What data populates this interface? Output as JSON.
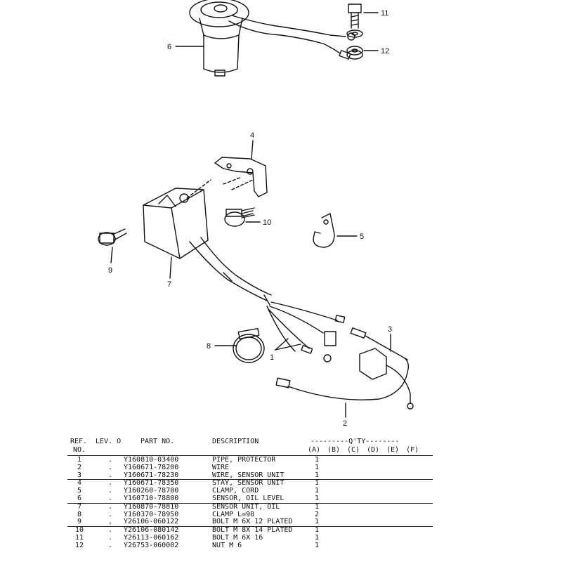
{
  "callouts": [
    "6",
    "11",
    "12",
    "4",
    "10",
    "5",
    "9",
    "7",
    "3",
    "8",
    "1",
    "2"
  ],
  "table": {
    "headers": {
      "ref": "REF.",
      "no": "NO.",
      "lev": "LEV. O",
      "part_no": "PART NO.",
      "description": "DESCRIPTION",
      "qty": "---------Q'TY--------",
      "columns": [
        "(A)",
        "(B)",
        "(C)",
        "(D)",
        "(E)",
        "(F)"
      ]
    },
    "rows": [
      {
        "ref": "1",
        "lev": ".",
        "part_no": "Y160810-03400",
        "description": "PIPE, PROTECTOR",
        "qty_a": "1"
      },
      {
        "ref": "2",
        "lev": ".",
        "part_no": "Y160671-78200",
        "description": "WIRE",
        "qty_a": "1"
      },
      {
        "ref": "3",
        "lev": ".",
        "part_no": "Y160671-78230",
        "description": "WIRE, SENSOR UNIT",
        "qty_a": "1"
      },
      {
        "ref": "4",
        "lev": ".",
        "part_no": "Y160671-78350",
        "description": "STAY, SENSOR UNIT",
        "qty_a": "1"
      },
      {
        "ref": "5",
        "lev": ".",
        "part_no": "Y160260-78700",
        "description": "CLAMP, CORD",
        "qty_a": "1"
      },
      {
        "ref": "6",
        "lev": ".",
        "part_no": "Y160710-78800",
        "description": "SENSOR, OIL LEVEL",
        "qty_a": "1"
      },
      {
        "ref": "7",
        "lev": ".",
        "part_no": "Y160870-78810",
        "description": "SENSOR UNIT, OIL",
        "qty_a": "1"
      },
      {
        "ref": "8",
        "lev": ".",
        "part_no": "Y160370-78950",
        "description": "CLAMP L=98",
        "qty_a": "2"
      },
      {
        "ref": "9",
        "lev": ",",
        "part_no": "Y26106-060122",
        "description": "BOLT M 6X 12 PLATED",
        "qty_a": "1"
      },
      {
        "ref": "10",
        "lev": ".",
        "part_no": "Y26106-080142",
        "description": "BOLT M 8X 14 PLATED",
        "qty_a": "1"
      },
      {
        "ref": "11",
        "lev": ".",
        "part_no": "Y26113-060162",
        "description": "BOLT M 6X 16",
        "qty_a": "1"
      },
      {
        "ref": "12",
        "lev": ".",
        "part_no": "Y26753-060002",
        "description": "NUT M 6",
        "qty_a": "1"
      }
    ]
  }
}
